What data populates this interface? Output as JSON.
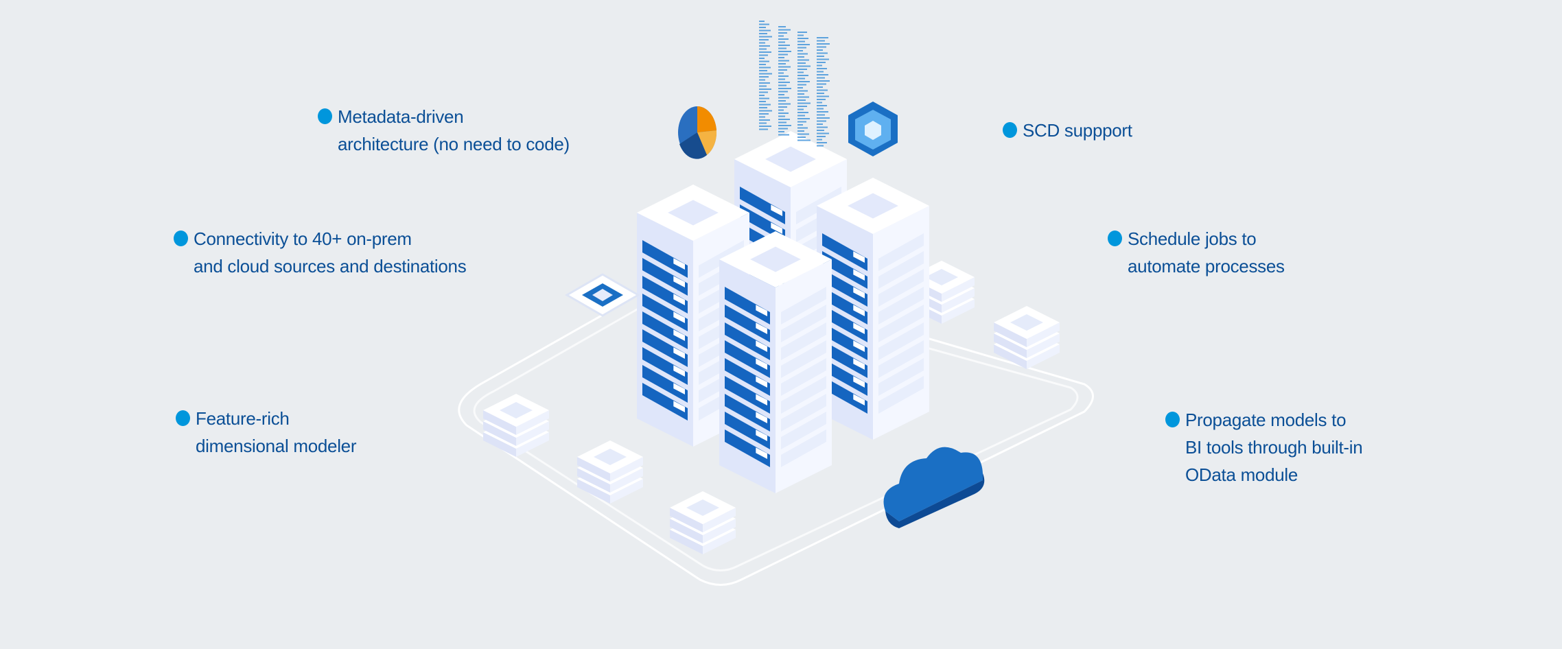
{
  "colors": {
    "background": "#eaedf0",
    "text": "#0b4f96",
    "bullet": "#0096dc",
    "server_blue": "#1565c0"
  },
  "features": [
    {
      "id": "metadata",
      "lines": [
        "Metadata-driven",
        "architecture (no need to code)"
      ]
    },
    {
      "id": "connectivity",
      "lines": [
        "Connectivity to 40+ on-prem",
        "and cloud sources and destinations"
      ]
    },
    {
      "id": "modeler",
      "lines": [
        "Feature-rich",
        "dimensional modeler"
      ]
    },
    {
      "id": "scd",
      "lines": [
        "SCD suppport"
      ]
    },
    {
      "id": "schedule",
      "lines": [
        "Schedule jobs to",
        "automate processes"
      ]
    },
    {
      "id": "propagate",
      "lines": [
        "Propagate models to",
        "BI tools through built-in",
        "OData module"
      ]
    }
  ],
  "illustration_icons": [
    "server-icon",
    "pie-chart-icon",
    "cube-icon",
    "cloud-icon",
    "chip-icon",
    "code-lines-icon"
  ]
}
